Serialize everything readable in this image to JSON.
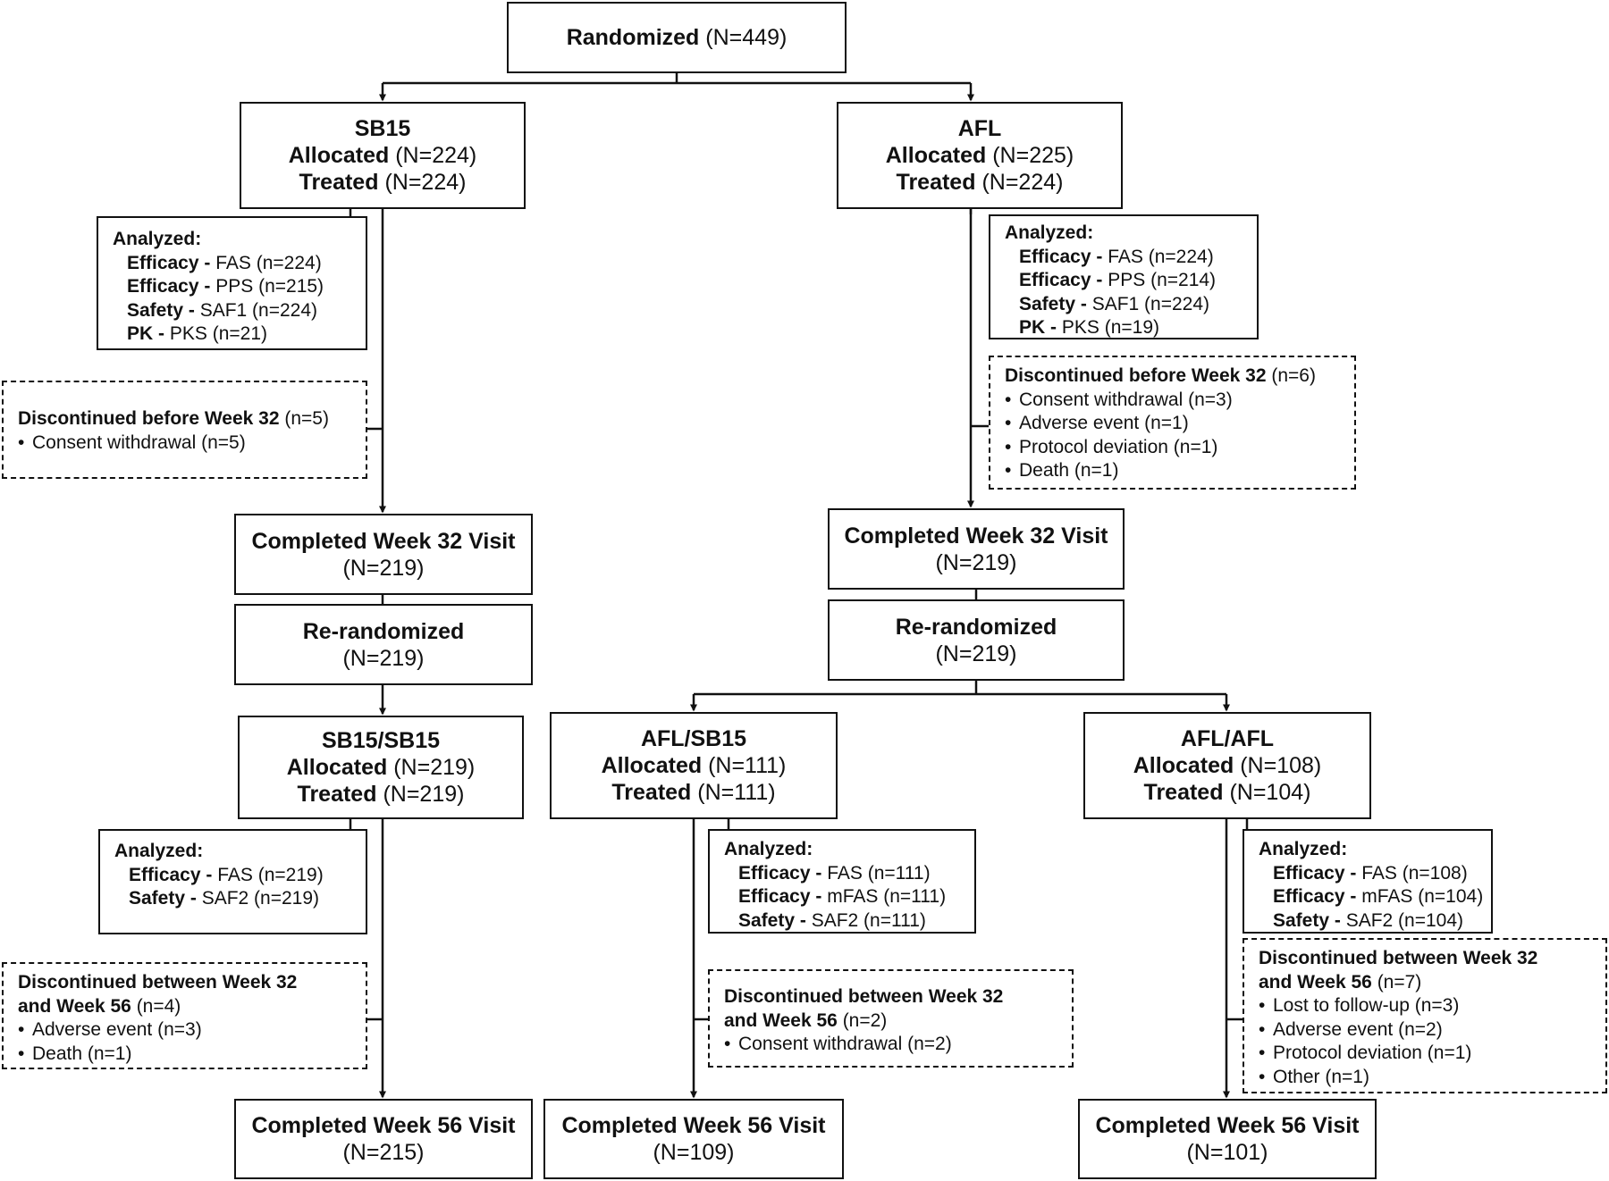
{
  "randomized": {
    "label": "Randomized",
    "value": "(N=449)"
  },
  "arms": {
    "sb15": {
      "name": "SB15",
      "allocated_label": "Allocated",
      "allocated_value": "(N=224)",
      "treated_label": "Treated",
      "treated_value": "(N=224)",
      "analyzed": {
        "title": "Analyzed:",
        "rows": [
          {
            "b": "Efficacy -",
            "t": "FAS (n=224)"
          },
          {
            "b": "Efficacy -",
            "t": "PPS (n=215)"
          },
          {
            "b": "Safety -",
            "t": "SAF1 (n=224)"
          },
          {
            "b": "PK -",
            "t": "PKS (n=21)"
          }
        ]
      },
      "discontinued": {
        "title": "Discontinued before Week 32",
        "count": "(n=5)",
        "items": [
          "Consent withdrawal (n=5)"
        ]
      },
      "week32": {
        "label": "Completed Week 32 Visit",
        "value": "(N=219)"
      },
      "rerand": {
        "label": "Re-randomized",
        "value": "(N=219)"
      }
    },
    "afl": {
      "name": "AFL",
      "allocated_label": "Allocated",
      "allocated_value": "(N=225)",
      "treated_label": "Treated",
      "treated_value": "(N=224)",
      "analyzed": {
        "title": "Analyzed:",
        "rows": [
          {
            "b": "Efficacy -",
            "t": "FAS (n=224)"
          },
          {
            "b": "Efficacy -",
            "t": "PPS (n=214)"
          },
          {
            "b": "Safety -",
            "t": "SAF1 (n=224)"
          },
          {
            "b": "PK -",
            "t": "PKS (n=19)"
          }
        ]
      },
      "discontinued": {
        "title": "Discontinued before Week 32",
        "count": "(n=6)",
        "items": [
          "Consent withdrawal (n=3)",
          "Adverse event (n=1)",
          "Protocol deviation (n=1)",
          "Death (n=1)"
        ]
      },
      "week32": {
        "label": "Completed Week 32 Visit",
        "value": "(N=219)"
      },
      "rerand": {
        "label": "Re-randomized",
        "value": "(N=219)"
      }
    }
  },
  "groups": {
    "sb15_sb15": {
      "name": "SB15/SB15",
      "allocated_label": "Allocated",
      "allocated_value": "(N=219)",
      "treated_label": "Treated",
      "treated_value": "(N=219)",
      "analyzed": {
        "title": "Analyzed:",
        "rows": [
          {
            "b": "Efficacy -",
            "t": "FAS (n=219)"
          },
          {
            "b": "Safety -",
            "t": "SAF2 (n=219)"
          }
        ]
      },
      "discontinued": {
        "title1": "Discontinued between Week 32",
        "title2": "and Week 56",
        "count": "(n=4)",
        "items": [
          "Adverse event (n=3)",
          "Death (n=1)"
        ]
      },
      "week56": {
        "label": "Completed Week 56 Visit",
        "value": "(N=215)"
      }
    },
    "afl_sb15": {
      "name": "AFL/SB15",
      "allocated_label": "Allocated",
      "allocated_value": "(N=111)",
      "treated_label": "Treated",
      "treated_value": "(N=111)",
      "analyzed": {
        "title": "Analyzed:",
        "rows": [
          {
            "b": "Efficacy -",
            "t": "FAS (n=111)"
          },
          {
            "b": "Efficacy -",
            "t": "mFAS (n=111)"
          },
          {
            "b": "Safety -",
            "t": "SAF2 (n=111)"
          }
        ]
      },
      "discontinued": {
        "title1": "Discontinued between Week 32",
        "title2": "and Week 56",
        "count": "(n=2)",
        "items": [
          "Consent withdrawal (n=2)"
        ]
      },
      "week56": {
        "label": "Completed Week 56 Visit",
        "value": "(N=109)"
      }
    },
    "afl_afl": {
      "name": "AFL/AFL",
      "allocated_label": "Allocated",
      "allocated_value": "(N=108)",
      "treated_label": "Treated",
      "treated_value": "(N=104)",
      "analyzed": {
        "title": "Analyzed:",
        "rows": [
          {
            "b": "Efficacy -",
            "t": "FAS (n=108)"
          },
          {
            "b": "Efficacy -",
            "t": "mFAS (n=104)"
          },
          {
            "b": "Safety -",
            "t": "SAF2 (n=104)"
          }
        ]
      },
      "discontinued": {
        "title1": "Discontinued between Week 32",
        "title2": "and Week 56",
        "count": "(n=7)",
        "items": [
          "Lost to follow-up (n=3)",
          "Adverse event (n=2)",
          "Protocol deviation (n=1)",
          "Other (n=1)"
        ]
      },
      "week56": {
        "label": "Completed Week 56 Visit",
        "value": "(N=101)"
      }
    }
  }
}
